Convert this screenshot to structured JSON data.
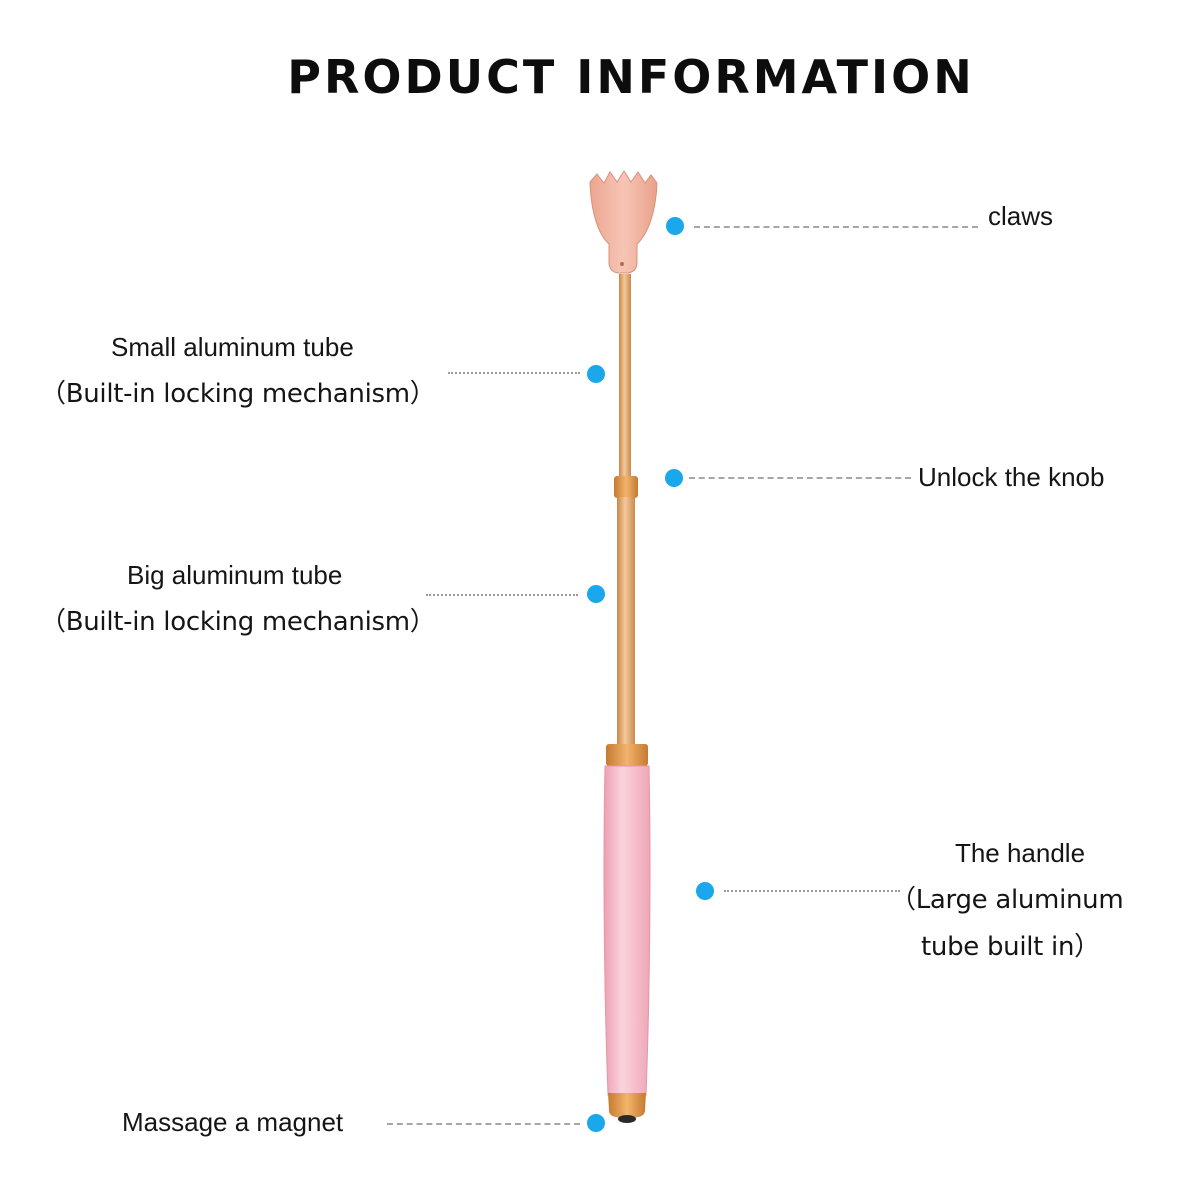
{
  "title": "PRODUCT INFORMATION",
  "colors": {
    "dot": "#1aa7ec",
    "claw": "#f2b8a6",
    "tube_gold": "#e0a46a",
    "collar_gold": "#d98f45",
    "handle_pink": "#f7c3cf",
    "leader_line": "#9a9a9a"
  },
  "labels": {
    "claws": "claws",
    "small_tube": {
      "line1": "Small aluminum tube",
      "line2": "（Built-in locking mechanism）"
    },
    "unlock_knob": "Unlock the knob",
    "big_tube": {
      "line1": "Big aluminum tube",
      "line2": "（Built-in locking mechanism）"
    },
    "handle": {
      "line1": "The handle",
      "line2": "（Large aluminum",
      "line3": "tube built in）"
    },
    "magnet": "Massage a magnet"
  }
}
